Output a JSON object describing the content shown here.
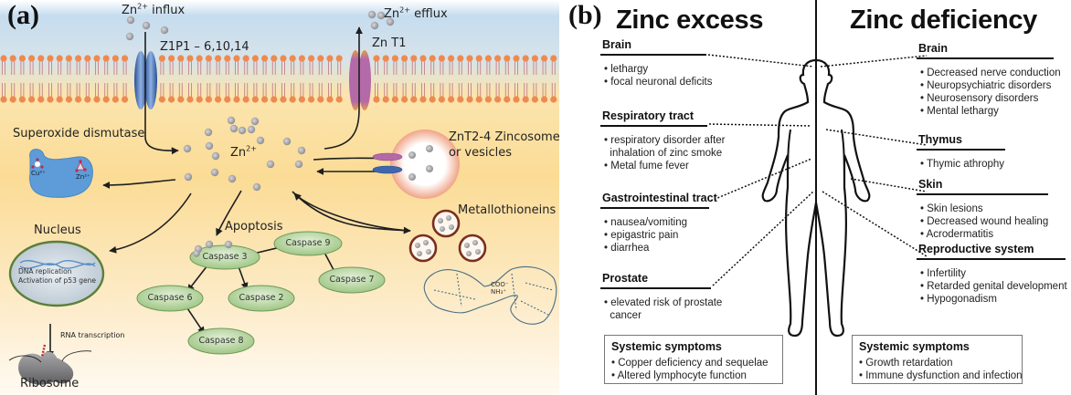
{
  "figure": {
    "panel_a": {
      "label": "(a)",
      "colors": {
        "extracellular_top": "#b9d3ea",
        "cytoplasm": "#fbdc96",
        "lipid_head": "#ee8a4f",
        "zip_transporter": "#3f67ad",
        "znt_transporter": "#b46aa8",
        "zinc_ion": "#9a9a9e",
        "caspase_fill": "#bcd9a8",
        "sod_fill": "#5d9cd8",
        "nucleus_border": "#5b7f3a",
        "vesicle_ring": "#f1a98a",
        "metallothionein_ring": "#7a2f1e"
      },
      "labels": {
        "influx_prefix": "Zn",
        "influx_sup": "2+",
        "influx_suffix": " influx",
        "efflux_prefix": "Zn",
        "efflux_sup": "2+",
        "efflux_suffix": " efflux",
        "zip": "Z1P1 – 6,10,14",
        "znt1": "Zn T1",
        "zn_center_prefix": "Zn",
        "zn_center_sup": "2+",
        "sod": "Superoxide dismutase",
        "sod_cu": "Cu²⁺",
        "sod_zn": "Zn²⁺",
        "zincosomes_line1": "ZnT2-4 Zincosomes",
        "zincosomes_line2": "or vesicles",
        "metallothioneins": "Metallothioneins",
        "nucleus": "Nucleus",
        "nucleus_line1": "DNA replication",
        "nucleus_line2": "Activation of p53 gene",
        "rna": "RNA transcription",
        "ribosome": "Ribosome",
        "apoptosis": "Apoptosis",
        "mt_cooh": "COO⁻",
        "mt_nh3": "NH₃⁺"
      },
      "caspases": [
        {
          "id": "caspase-3",
          "label": "Caspase 3"
        },
        {
          "id": "caspase-9",
          "label": "Caspase 9"
        },
        {
          "id": "caspase-6",
          "label": "Caspase 6"
        },
        {
          "id": "caspase-2",
          "label": "Caspase 2"
        },
        {
          "id": "caspase-7",
          "label": "Caspase 7"
        },
        {
          "id": "caspase-8",
          "label": "Caspase 8"
        }
      ],
      "caspase_edges": [
        [
          "caspase-9",
          "caspase-3"
        ],
        [
          "caspase-3",
          "caspase-6"
        ],
        [
          "caspase-3",
          "caspase-2"
        ],
        [
          "caspase-9",
          "caspase-7"
        ],
        [
          "caspase-6",
          "caspase-8"
        ]
      ]
    },
    "panel_b": {
      "label": "(b)",
      "left_heading": "Zinc excess",
      "right_heading": "Zinc deficiency",
      "excess": [
        {
          "title": "Brain",
          "items": [
            "lethargy",
            "focal neuronal deficits"
          ]
        },
        {
          "title": "Respiratory tract",
          "items": [
            "respiratory disorder after",
            "inhalation of zinc smoke",
            "Metal fume fever"
          ],
          "continuation_index": 1
        },
        {
          "title": "Gastrointestinal tract",
          "items": [
            "nausea/vomiting",
            "epigastric pain",
            "diarrhea"
          ]
        },
        {
          "title": "Prostate",
          "items": [
            "elevated risk of prostate",
            "cancer"
          ],
          "continuation_index": 1
        }
      ],
      "excess_systemic": {
        "title": "Systemic symptoms",
        "items": [
          "Copper deficiency and sequelae",
          "Altered lymphocyte function"
        ]
      },
      "deficiency": [
        {
          "title": "Brain",
          "items": [
            "Decreased nerve conduction",
            "Neuropsychiatric disorders",
            "Neurosensory disorders",
            "Mental lethargy"
          ]
        },
        {
          "title": "Thymus",
          "items": [
            "Thymic athrophy"
          ]
        },
        {
          "title": "Skin",
          "items": [
            "Skin lesions",
            "Decreased wound healing",
            "Acrodermatitis"
          ]
        },
        {
          "title": "Reproductive system",
          "items": [
            "Infertility",
            "Retarded genital development",
            "Hypogonadism"
          ]
        }
      ],
      "deficiency_systemic": {
        "title": "Systemic symptoms",
        "items": [
          "Growth retardation",
          "Immune dysfunction and infection"
        ]
      }
    }
  }
}
